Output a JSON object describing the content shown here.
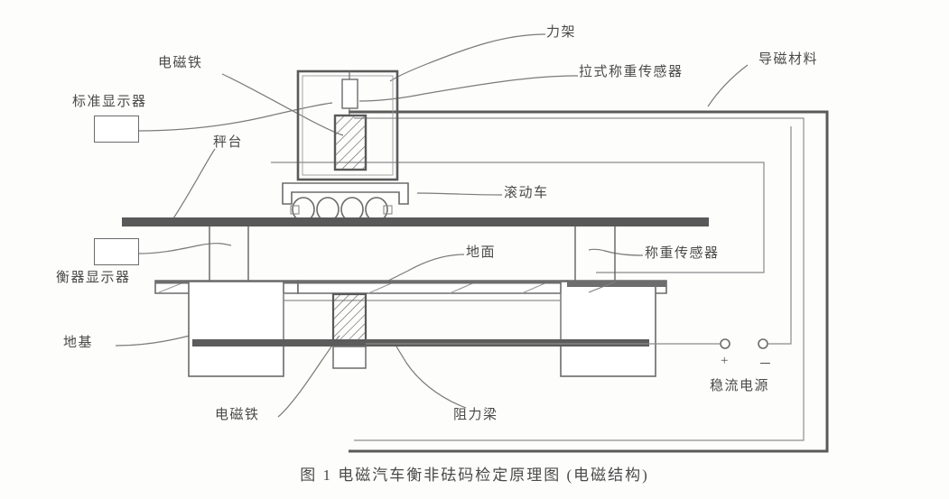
{
  "figure": {
    "caption": "图 1  电磁汽车衡非砝码检定原理图 (电磁结构)",
    "caption_number": "图 1",
    "caption_title": "电磁汽车衡非砝码检定原理图",
    "caption_note": "(电磁结构)"
  },
  "labels": {
    "force_frame": "力架",
    "electromagnet_top": "电磁铁",
    "tension_load_cell": "拉式称重传感器",
    "magnetic_material": "导磁材料",
    "standard_indicator": "标准显示器",
    "scale_platform": "秤台",
    "rolling_cart": "滚动车",
    "weighing_indicator": "衡器显示器",
    "ground": "地面",
    "load_cell": "称重传感器",
    "foundation": "地基",
    "electromagnet_bottom": "电磁铁",
    "resistance_beam": "阻力梁",
    "power_supply": "稳流电源",
    "terminal_plus": "+",
    "terminal_minus": "－"
  },
  "colors": {
    "line": "#6b6b6b",
    "line_dark": "#555555",
    "fill_solid": "#595959",
    "text": "#4a4a4a",
    "background": "#fdfdfc"
  },
  "components": {
    "cart_wheel_count": 4,
    "power_terminals": 2
  }
}
